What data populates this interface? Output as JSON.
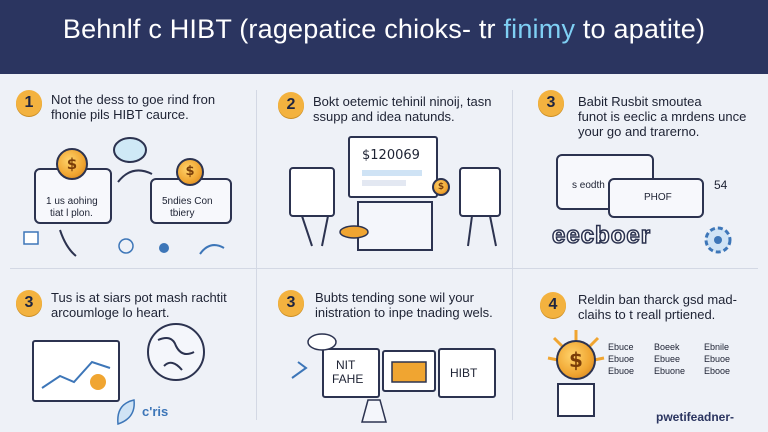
{
  "header": {
    "title_main": "Behnlf c HIBT (ragepatice chioks- tr ",
    "title_highlight": "finimy",
    "title_end": " to apatite)"
  },
  "steps": [
    {
      "number": "1",
      "line1": "Not the dess to goe rind fron",
      "line2": "fhonie pils HIBT caurce."
    },
    {
      "number": "2",
      "line1": "Bokt oetemic tehinil ninoij, tasn",
      "line2": "ssupp and idea natunds."
    },
    {
      "number": "3",
      "line1": "Babit Rusbit smoutea",
      "line2": "funot is eeclic a mrdens unce",
      "line3": "your go and trarerno."
    },
    {
      "number": "3",
      "line1": "Tus is at siars pot mash rachtit",
      "line2": "arcoumloge lo heart."
    },
    {
      "number": "3",
      "line1": "Bubts tending sone wil your",
      "line2": "inistration to inpe tnading wels."
    },
    {
      "number": "4",
      "line1": "Reldin ban tharck gsd mad-",
      "line2": "claihs to t reall prtiened."
    }
  ],
  "panel1": {
    "bubble_left_line1": "1 us aohing",
    "bubble_left_line2": "tiat l plon.",
    "bubble_right_line1": "5ndies Con",
    "bubble_right_line2": "tbiery",
    "coin_symbol": "$"
  },
  "panel2": {
    "price": "$120069",
    "coin_symbol": "$"
  },
  "panel3": {
    "bubble_line1": "s eodth mianty",
    "bubble_line2": "PHOF",
    "wide_label": "eecboer",
    "counter": "54"
  },
  "panel4": {
    "screen_label": "c'ris"
  },
  "panel5": {
    "sign_line1": "NIT",
    "sign_line2": "FAHE",
    "sign_right": "HIBT"
  },
  "panel6": {
    "grid": [
      [
        "Ebuce",
        "Boeek",
        "Ebnile"
      ],
      [
        "Ebuoe",
        "Ebuee",
        "Ebuoe"
      ],
      [
        "Ebuoe",
        "Ebuone",
        "Ebooe"
      ]
    ],
    "coin_symbol": "$",
    "watermark": "pwetifeadner-"
  },
  "colors": {
    "header_bg": "#2b3560",
    "accent_gold": "#f3b23f",
    "highlight_blue": "#7fd0f4"
  }
}
